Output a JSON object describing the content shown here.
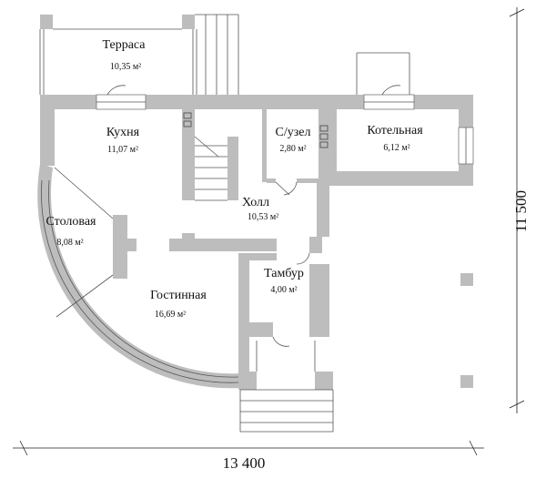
{
  "rooms": {
    "terrace": {
      "name": "Терраса",
      "area": "10,35 м²"
    },
    "kitchen": {
      "name": "Кухня",
      "area": "11,07 м²"
    },
    "bathroom": {
      "name": "С/узел",
      "area": "2,80 м²"
    },
    "boiler": {
      "name": "Котельная",
      "area": "6,12 м²"
    },
    "dining": {
      "name": "Столовая",
      "area": "8,08 м²"
    },
    "hall": {
      "name": "Холл",
      "area": "10,53 м²"
    },
    "vestibule": {
      "name": "Тамбур",
      "area": "4,00 м²"
    },
    "living": {
      "name": "Гостинная",
      "area": "16,69 м²"
    }
  },
  "dimensions": {
    "width": "13 400",
    "height": "11 500"
  },
  "colors": {
    "wall": "#bdbdbd",
    "line": "#555555"
  }
}
